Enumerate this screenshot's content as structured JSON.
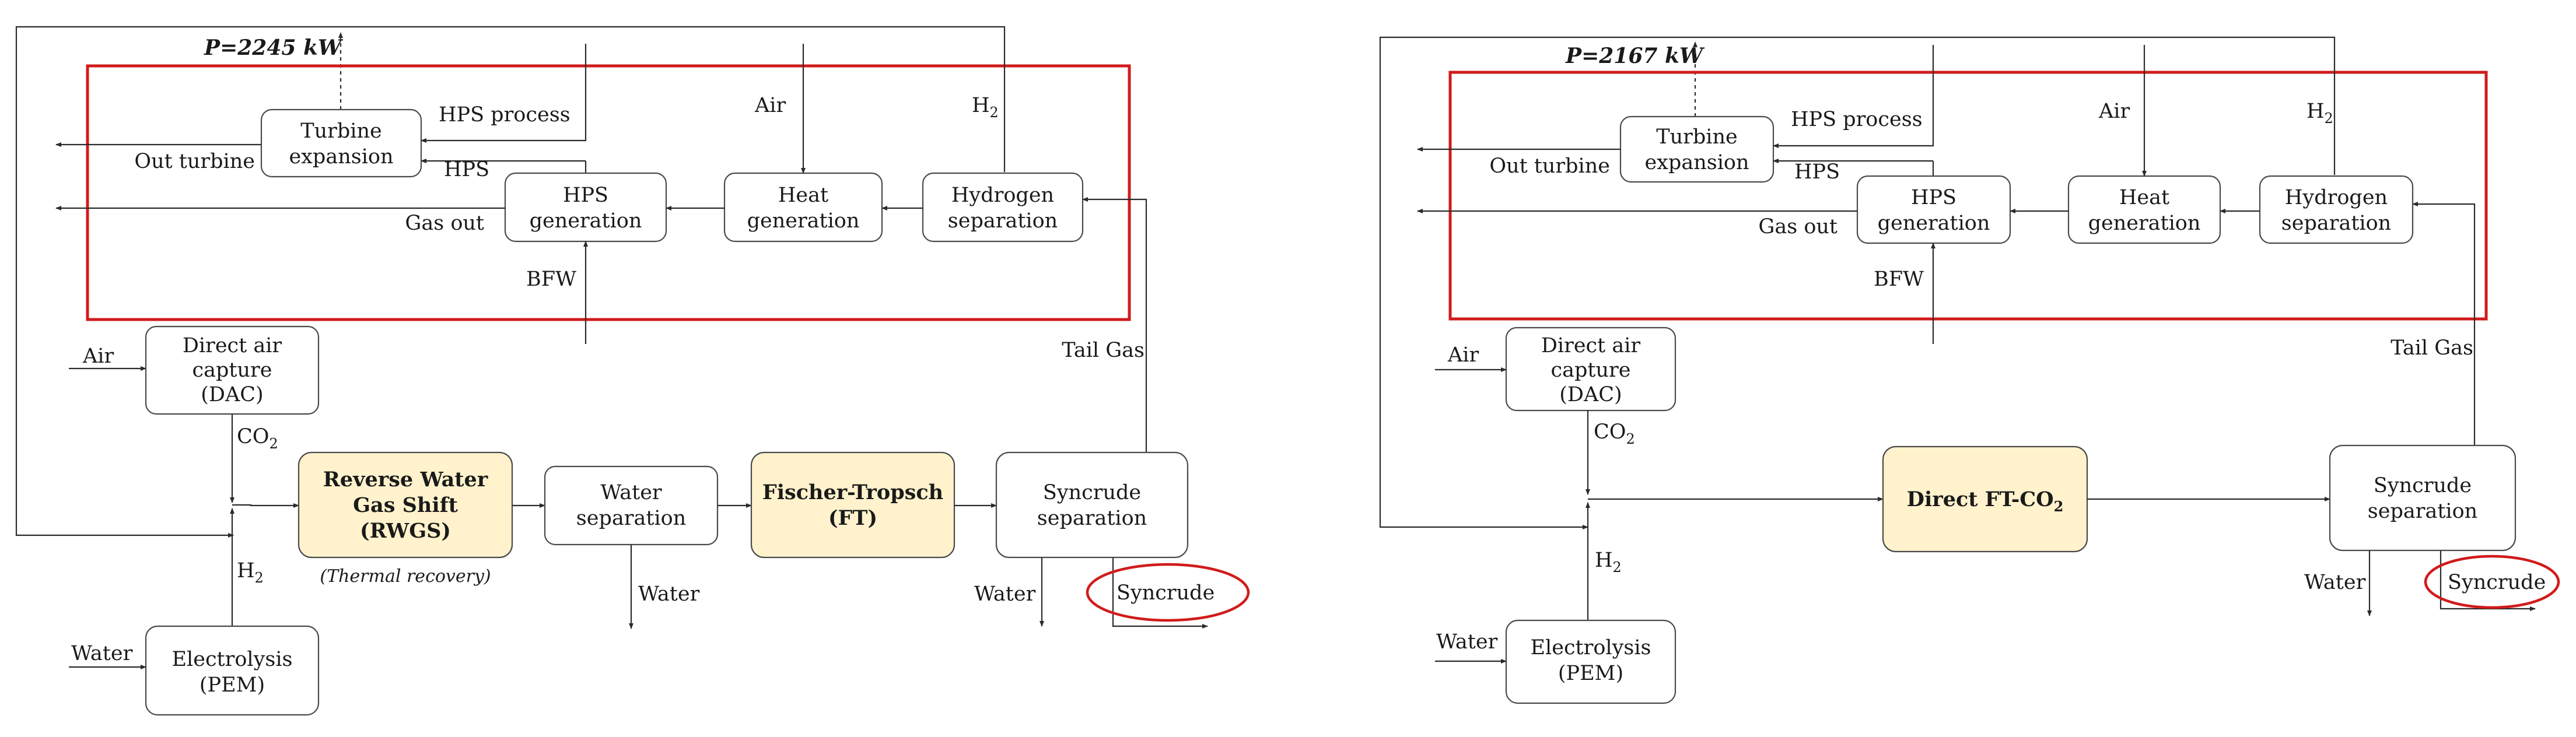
{
  "left": {
    "power": "P=2245 kW",
    "units": {
      "turbine": [
        "Turbine",
        "expansion"
      ],
      "hps_gen": [
        "HPS",
        "generation"
      ],
      "heat_gen": [
        "Heat",
        "generation"
      ],
      "h2_sep": [
        "Hydrogen",
        "separation"
      ],
      "dac": [
        "Direct air",
        "capture",
        "(DAC)"
      ],
      "rwgs": [
        "Reverse Water",
        "Gas Shift",
        "(RWGS)"
      ],
      "water_sep": [
        "Water",
        "separation"
      ],
      "ft": [
        "Fischer-Tropsch",
        "(FT)"
      ],
      "syncrude_sep": [
        "Syncrude",
        "separation"
      ],
      "electrolysis": [
        "Electrolysis",
        "(PEM)"
      ]
    },
    "labels": {
      "hps_process": "HPS process",
      "out_turbine": "Out turbine",
      "hps": "HPS",
      "gas_out": "Gas out",
      "air_top": "Air",
      "h2_top": "H",
      "bfw": "BFW",
      "tail_gas": "Tail Gas",
      "air_dac": "Air",
      "co2": "CO",
      "h2_bottom": "H",
      "water_in": "Water",
      "thermal_recovery": "(Thermal recovery)",
      "water_out_ws": "Water",
      "water_out_ss": "Water",
      "syncrude": "Syncrude"
    }
  },
  "right": {
    "power": "P=2167 kW",
    "units": {
      "turbine": [
        "Turbine",
        "expansion"
      ],
      "hps_gen": [
        "HPS",
        "generation"
      ],
      "heat_gen": [
        "Heat",
        "generation"
      ],
      "h2_sep": [
        "Hydrogen",
        "separation"
      ],
      "dac": [
        "Direct air",
        "capture",
        "(DAC)"
      ],
      "direct_ft": "Direct FT-CO",
      "syncrude_sep": [
        "Syncrude",
        "separation"
      ],
      "electrolysis": [
        "Electrolysis",
        "(PEM)"
      ]
    },
    "labels": {
      "hps_process": "HPS process",
      "out_turbine": "Out turbine",
      "hps": "HPS",
      "gas_out": "Gas out",
      "air_top": "Air",
      "h2_top": "H",
      "bfw": "BFW",
      "tail_gas": "Tail Gas",
      "air_dac": "Air",
      "co2": "CO",
      "h2_bottom": "H",
      "water_in": "Water",
      "water_out_ss": "Water",
      "syncrude": "Syncrude"
    }
  },
  "subscripts": {
    "two": "2"
  }
}
